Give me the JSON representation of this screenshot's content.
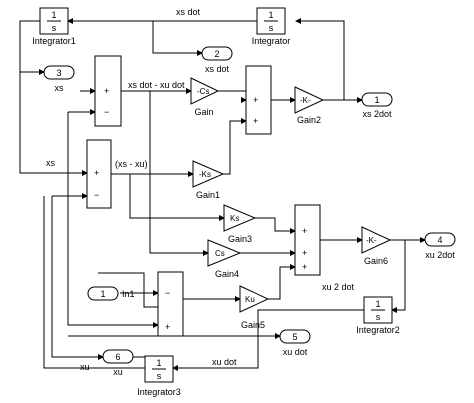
{
  "blocks": {
    "integrator1": {
      "num": "1",
      "den": "s",
      "name": "Integrator1"
    },
    "integrator": {
      "num": "1",
      "den": "s",
      "name": "Integrator"
    },
    "integrator2": {
      "num": "1",
      "den": "s",
      "name": "Integrator2"
    },
    "integrator3": {
      "num": "1",
      "den": "s",
      "name": "Integrator3"
    },
    "gain": {
      "value": "-Cs",
      "name": "Gain"
    },
    "gain1": {
      "value": "-Ks",
      "name": "Gain1"
    },
    "gain2": {
      "value": "-K-",
      "name": "Gain2"
    },
    "gain3": {
      "value": "Ks",
      "name": "Gain3"
    },
    "gain4": {
      "value": "Cs",
      "name": "Gain4"
    },
    "gain5": {
      "value": "Ku",
      "name": "Gain5"
    },
    "gain6": {
      "value": "-K-",
      "name": "Gain6"
    }
  },
  "ports": {
    "in1": {
      "num": "1",
      "name": "In1"
    },
    "out2": {
      "num": "2",
      "name": "xs dot"
    },
    "out3": {
      "num": "3",
      "name": "xs"
    },
    "out1": {
      "num": "1",
      "name": "xs 2dot"
    },
    "out4": {
      "num": "4",
      "name": "xu 2dot"
    },
    "out5": {
      "num": "5",
      "name": "xu dot"
    },
    "out6": {
      "num": "6",
      "name": "xu"
    }
  },
  "signals": {
    "xs_dot_top": "xs dot",
    "xs_dot_minus_xu_dot": "xs dot - xu dot",
    "xs_minus_xu": "(xs - xu)",
    "xs": "xs",
    "xu": "xu",
    "xu_dot": "xu dot",
    "xu_2_dot": "xu 2 dot"
  },
  "signs": {
    "plus": "+",
    "minus": "−"
  }
}
